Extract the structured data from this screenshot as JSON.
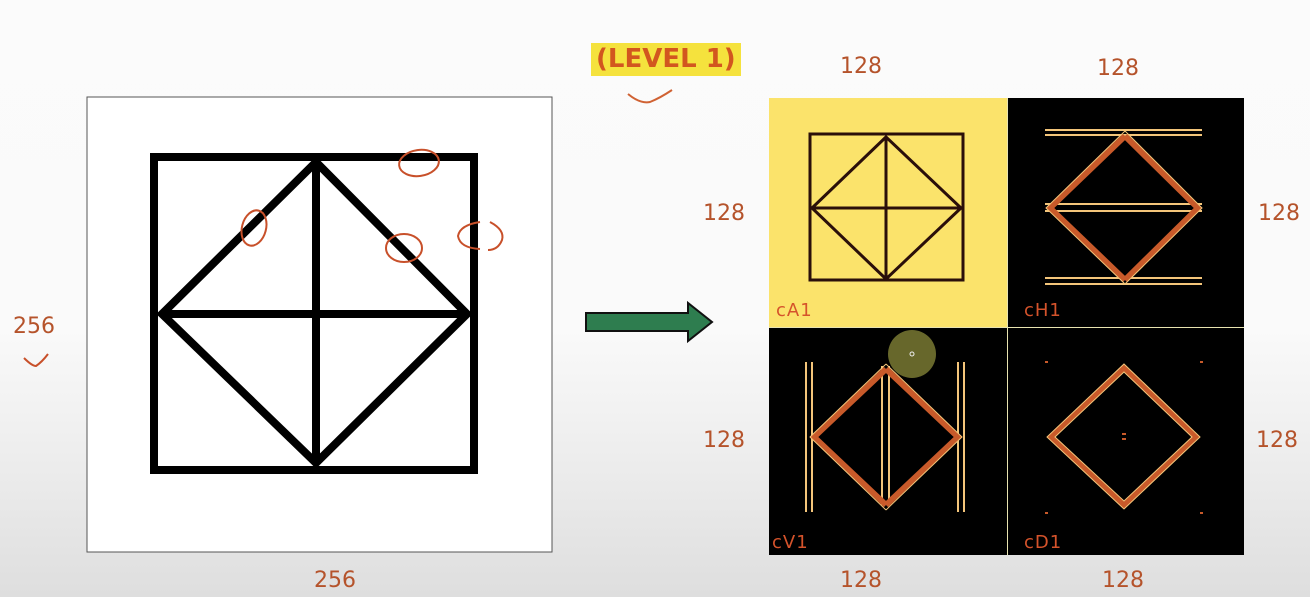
{
  "title": "(LEVEL 1)",
  "input_image": {
    "width_label": "256",
    "height_label": "256"
  },
  "output": {
    "top_labels": [
      "128",
      "128"
    ],
    "bottom_labels": [
      "128",
      "128"
    ],
    "left_labels": [
      "128",
      "128"
    ],
    "right_labels": [
      "128",
      "128"
    ],
    "subbands": [
      {
        "name": "cA1",
        "bg": "#fbe36b"
      },
      {
        "name": "cH1",
        "bg": "#000000"
      },
      {
        "name": "cV1",
        "bg": "#000000"
      },
      {
        "name": "cD1",
        "bg": "#000000"
      }
    ]
  },
  "colors": {
    "annotation": "#c8502a",
    "arrow_fill": "#2e7d4f",
    "edge_orange": "#c85a2a",
    "edge_light": "#f3c57a"
  }
}
